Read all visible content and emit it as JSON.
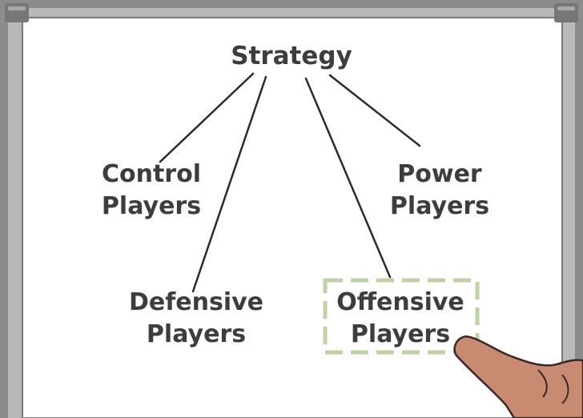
{
  "diagram": {
    "root": {
      "label": "Strategy"
    },
    "nodes": [
      {
        "id": "control",
        "lines": [
          "Control",
          "Players"
        ]
      },
      {
        "id": "power",
        "lines": [
          "Power",
          "Players"
        ]
      },
      {
        "id": "defensive",
        "lines": [
          "Defensive",
          "Players"
        ]
      },
      {
        "id": "offensive",
        "lines": [
          "Offensive",
          "Players"
        ],
        "highlighted": true
      }
    ],
    "edges": [
      {
        "from": "root",
        "to": "control"
      },
      {
        "from": "root",
        "to": "defensive"
      },
      {
        "from": "root",
        "to": "offensive"
      },
      {
        "from": "root",
        "to": "power"
      }
    ]
  },
  "colors": {
    "frame": "#8c8c8c",
    "frame_light": "#b9b9b9",
    "corner": "#777777",
    "board": "#ffffff",
    "text": "#3d3d3d",
    "lines": "#2b2b2b",
    "highlight_box": "#bdd3a4",
    "hand_skin": "#c98a72",
    "hand_outline": "#3a2a25"
  },
  "icons": {
    "pointer": "pointing-hand-icon"
  }
}
